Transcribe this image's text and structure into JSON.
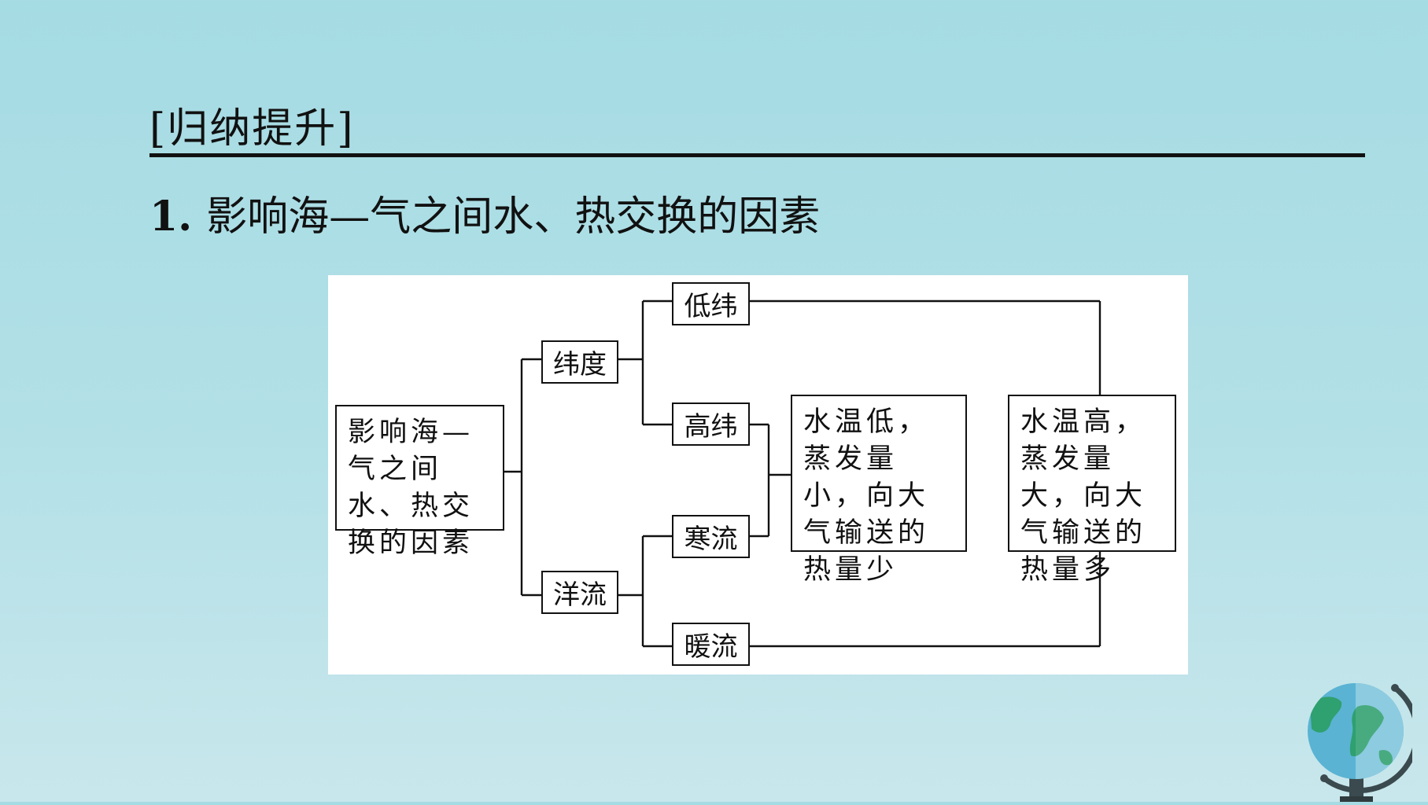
{
  "section": {
    "heading": "[归纳提升]",
    "item_number": "1.",
    "item_title": "影响海—气之间水、热交换的因素"
  },
  "diagram": {
    "root": "影响海—气之间水、热交换的因素",
    "factor_latitude": "纬度",
    "factor_current": "洋流",
    "low_latitude": "低纬",
    "high_latitude": "高纬",
    "cold_current": "寒流",
    "warm_current": "暖流",
    "result_low": "水温低，蒸发量小，向大气输送的热量少",
    "result_high": "水温高，蒸发量大，向大气输送的热量多"
  },
  "decoration": {
    "icon": "globe-icon"
  }
}
